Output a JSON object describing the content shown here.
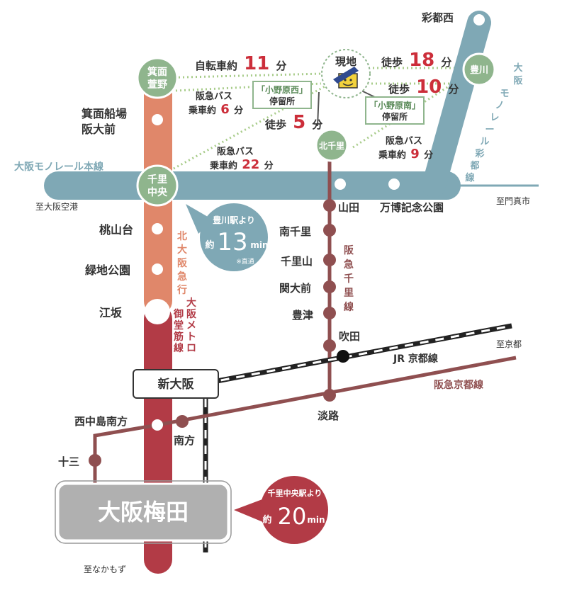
{
  "colors": {
    "monorail": "#7fa8b5",
    "kitakyu": "#e0876a",
    "midosuji": "#b23b46",
    "hankyu": "#8f4f50",
    "walk_dot": "#a8cc8a",
    "green_station": "#8fb58d",
    "callout_blue": "#7fa8b5",
    "callout_red": "#b23b46",
    "red_number": "#cc2e3a",
    "umeda_box": "#b0b0b0"
  },
  "lines": {
    "monorail_main": "大阪モノレール本線",
    "monorail_saito": "大阪モノレール彩都線",
    "kitakyu": "北大阪急行",
    "midosuji": "大阪メトロ御堂筋線",
    "hankyu_senri": "阪急千里線",
    "jr_kyoto": "JR 京都線",
    "hankyu_kyoto": "阪急京都線"
  },
  "directions": {
    "to_osaka_airport": "至大阪空港",
    "to_kadoma": "至門真市",
    "to_kyoto": "至京都",
    "to_nakamozu": "至なかもず"
  },
  "stations": {
    "minoh_kayano": "箕面萱野",
    "minoh_senba": "箕面船場阪大前",
    "senri_chuo": "千里中央",
    "momoyamadai": "桃山台",
    "ryokuchi_koen": "緑地公園",
    "esaka": "江坂",
    "shin_osaka": "新大阪",
    "nishinakajima": "西中島南方",
    "minamikata": "南方",
    "juso": "十三",
    "umeda": "大阪梅田",
    "saito_nishi": "彩都西",
    "toyokawa": "豊川",
    "kitasenri": "北千里",
    "yamada": "山田",
    "expo_park": "万博記念公園",
    "minami_senri": "南千里",
    "senriyama": "千里山",
    "kandaimae": "関大前",
    "toyotsu": "豊津",
    "suita": "吹田",
    "awaji": "淡路"
  },
  "site": {
    "label": "現地"
  },
  "bus_stops": {
    "onoharanishi": "「小野原西」停留所",
    "onoharaminami": "「小野原南」停留所"
  },
  "routes": {
    "bike": {
      "label": "自転車約",
      "value": "11",
      "unit": "分"
    },
    "walk_toyokawa": {
      "label": "徒歩",
      "value": "18",
      "unit": "分"
    },
    "walk_minami": {
      "label": "徒歩",
      "value": "10",
      "unit": "分"
    },
    "walk_nishi": {
      "label": "徒歩",
      "value": "5",
      "unit": "分"
    },
    "bus_minoh": {
      "label_top": "阪急バス",
      "label": "乗車約",
      "value": "6",
      "unit": "分"
    },
    "bus_senrichuo": {
      "label_top": "阪急バス",
      "label": "乗車約",
      "value": "22",
      "unit": "分"
    },
    "bus_kitasenri": {
      "label_top": "阪急バス",
      "label": "乗車約",
      "value": "9",
      "unit": "分"
    }
  },
  "callouts": {
    "toyokawa": {
      "prefix": "豊川駅より",
      "approx": "約",
      "value": "13",
      "unit": "min",
      "note": "※直通"
    },
    "senrichuo": {
      "prefix": "千里中央駅より",
      "approx": "約",
      "value": "20",
      "unit": "min"
    }
  }
}
